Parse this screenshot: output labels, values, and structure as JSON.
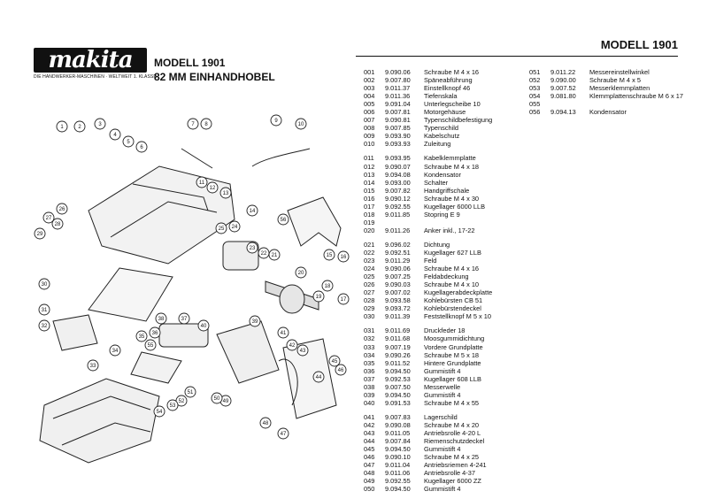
{
  "header": {
    "brand": "makita",
    "brand_tagline": "DIE HANDWERKER-MASCHINEN · WELTWEIT 1. KLASSE",
    "model_left": "MODELL 1901",
    "subtitle": "82 MM EINHANDHOBEL",
    "model_right": "MODELL 1901"
  },
  "parts_col1": [
    [
      [
        "001",
        "9.090.06",
        "Schraube M 4 x 16"
      ],
      [
        "002",
        "9.007.80",
        "Späneabführung"
      ],
      [
        "003",
        "9.011.37",
        "Einstellknopf 46"
      ],
      [
        "004",
        "9.011.36",
        "Tiefenskala"
      ],
      [
        "005",
        "9.091.04",
        "Unterlegscheibe 10"
      ],
      [
        "006",
        "9.007.81",
        "Motorgehäuse"
      ],
      [
        "007",
        "9.090.81",
        "Typenschildbefestigung"
      ],
      [
        "008",
        "9.007.85",
        "Typenschild"
      ],
      [
        "009",
        "9.093.90",
        "Kabelschutz"
      ],
      [
        "010",
        "9.093.93",
        "Zuleitung"
      ]
    ],
    [
      [
        "011",
        "9.093.95",
        "Kabelklemmplatte"
      ],
      [
        "012",
        "9.090.07",
        "Schraube M 4 x 18"
      ],
      [
        "013",
        "9.094.08",
        "Kondensator"
      ],
      [
        "014",
        "9.093.00",
        "Schalter"
      ],
      [
        "015",
        "9.007.82",
        "Handgriffschale"
      ],
      [
        "016",
        "9.090.12",
        "Schraube M 4 x 30"
      ],
      [
        "017",
        "9.092.55",
        "Kugellager 6000 LLB"
      ],
      [
        "018",
        "9.011.85",
        "Stopring E 9"
      ],
      [
        "019",
        "",
        ""
      ],
      [
        "020",
        "9.011.26",
        "Anker inkl., 17-22"
      ]
    ],
    [
      [
        "021",
        "9.096.02",
        "Dichtung"
      ],
      [
        "022",
        "9.092.51",
        "Kugellager 627 LLB"
      ],
      [
        "023",
        "9.011.29",
        "Feld"
      ],
      [
        "024",
        "9.090.06",
        "Schraube M 4 x 16"
      ],
      [
        "025",
        "9.007.25",
        "Feldabdeckung"
      ],
      [
        "026",
        "9.090.03",
        "Schraube M 4 x 10"
      ],
      [
        "027",
        "9.007.02",
        "Kugellagerabdeckplatte"
      ],
      [
        "028",
        "9.093.58",
        "Kohlebürsten CB 51"
      ],
      [
        "029",
        "9.093.72",
        "Kohlebürstendeckel"
      ],
      [
        "030",
        "9.011.39",
        "Feststellknopf M 5 x 10"
      ]
    ],
    [
      [
        "031",
        "9.011.69",
        "Druckfeder 18"
      ],
      [
        "032",
        "9.011.68",
        "Moosgummidichtung"
      ],
      [
        "033",
        "9.007.19",
        "Vordere Grundplatte"
      ],
      [
        "034",
        "9.090.26",
        "Schraube M 5 x 18"
      ],
      [
        "035",
        "9.011.52",
        "Hintere Grundplatte"
      ],
      [
        "036",
        "9.094.50",
        "Gummistift 4"
      ],
      [
        "037",
        "9.092.53",
        "Kugellager 608 LLB"
      ],
      [
        "038",
        "9.007.50",
        "Messerwelle"
      ],
      [
        "039",
        "9.094.50",
        "Gummistift 4"
      ],
      [
        "040",
        "9.091.53",
        "Schraube M 4 x 55"
      ]
    ],
    [
      [
        "041",
        "9.007.83",
        "Lagerschild"
      ],
      [
        "042",
        "9.090.08",
        "Schraube M 4 x 20"
      ],
      [
        "043",
        "9.011.05",
        "Antriebsrolle 4-20 L"
      ],
      [
        "044",
        "9.007.84",
        "Riemenschutzdeckel"
      ],
      [
        "045",
        "9.094.50",
        "Gummistift 4"
      ],
      [
        "046",
        "9.090.10",
        "Schraube M 4 x 25"
      ],
      [
        "047",
        "9.011.04",
        "Antriebsriemen 4-241"
      ],
      [
        "048",
        "9.011.06",
        "Antriebsrolle 4-37"
      ],
      [
        "049",
        "9.092.55",
        "Kugellager 6000 ZZ"
      ],
      [
        "050",
        "9.094.50",
        "Gummistift 4"
      ]
    ]
  ],
  "parts_col2": [
    [
      [
        "051",
        "9.011.22",
        "Messereinstellwinkel"
      ],
      [
        "052",
        "9.090.00",
        "Schraube M 4 x 5"
      ],
      [
        "053",
        "9.007.52",
        "Messerklemmplatten"
      ],
      [
        "054",
        "9.081.80",
        "Klemmplattenschraube M 6 x 17"
      ],
      [
        "055",
        "",
        ""
      ],
      [
        "056",
        "9.094.13",
        "Kondensator"
      ]
    ]
  ],
  "callouts": [
    "1",
    "2",
    "3",
    "4",
    "5",
    "6",
    "7",
    "8",
    "9",
    "10",
    "11",
    "12",
    "13",
    "14",
    "15",
    "16",
    "17",
    "18",
    "19",
    "20",
    "21",
    "22",
    "23",
    "24",
    "25",
    "26",
    "27",
    "28",
    "29",
    "30",
    "31",
    "32",
    "33",
    "34",
    "35",
    "36",
    "37",
    "38",
    "39",
    "40",
    "41",
    "42",
    "43",
    "44",
    "45",
    "46",
    "47",
    "48",
    "49",
    "50",
    "51",
    "52",
    "53",
    "54",
    "55",
    "56"
  ]
}
